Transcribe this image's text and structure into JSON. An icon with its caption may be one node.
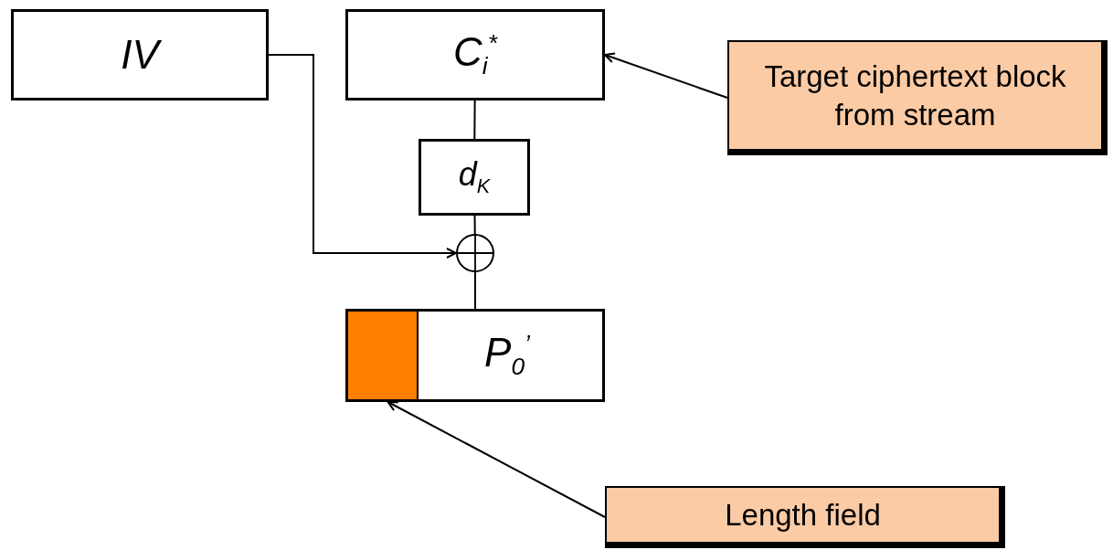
{
  "diagram": {
    "nodes": [
      {
        "text": [
          "IV"
        ]
      },
      {
        "text": [
          "C$_{i}$$^{*}$"
        ]
      },
      {
        "text": [
          "Target ciphertext block from stream"
        ]
      },
      {
        "text": [
          "d$_{K}$"
        ]
      },
      {
        "text": [],
        "shape": "circle"
      },
      {
        "text": [
          "P$_{0}$$^{’}$"
        ]
      },
      {
        "text": [],
        "shape": "box",
        "in": 5
      },
      {
        "text": [
          "Length field"
        ]
      }
    ],
    "edges": [
      {
        "from": 0,
        "to": 4,
        "arrow": "to"
      },
      {
        "from": 1,
        "to": 3,
        "arrow": "none"
      },
      {
        "from": 3,
        "to": 4,
        "arrow": "none"
      },
      {
        "from": 4,
        "to": 5,
        "arrow": "none"
      },
      {
        "from": 2,
        "to": 1,
        "arrow": "to"
      },
      {
        "from": 7,
        "to": 6,
        "arrow": "to"
      }
    ]
  }
}
